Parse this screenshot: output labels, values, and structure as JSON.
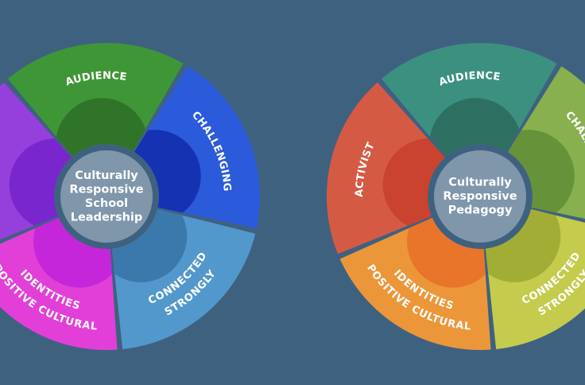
{
  "diagrams": [
    {
      "center_lines": [
        "Culturally",
        "Responsive",
        "School",
        "Leadership"
      ],
      "segments": [
        {
          "label": "AUDIENCE",
          "color": "#3f9637",
          "inner_color": "#2f7429"
        },
        {
          "label": "CHALLENGING",
          "color": "#2b5ada",
          "inner_color": "#1532b3"
        },
        {
          "label": "STRONGLY CONNECTED",
          "color": "#5398cc",
          "inner_color": "#3b79ac"
        },
        {
          "label": "POSITIVE CULTURAL IDENTITIES",
          "color": "#e23fd8",
          "inner_color": "#c526da"
        },
        {
          "label": "",
          "color": "#9540dc",
          "inner_color": "#7a26cf"
        }
      ]
    },
    {
      "center_lines": [
        "Culturally",
        "Responsive",
        "Pedagogy"
      ],
      "segments": [
        {
          "label": "AUDIENCE",
          "color": "#3c9080",
          "inner_color": "#2d7062"
        },
        {
          "label": "CHALLENGING",
          "color": "#88b04f",
          "inner_color": "#66923a"
        },
        {
          "label": "STRONGLY CONNECTED",
          "color": "#c4cb4d",
          "inner_color": "#a2ad36"
        },
        {
          "label": "POSITIVE CULTURAL IDENTITIES",
          "color": "#ec963a",
          "inner_color": "#e87529"
        },
        {
          "label": "ACTIVIST",
          "color": "#d55a44",
          "inner_color": "#c9432e"
        }
      ]
    }
  ],
  "colors": {
    "background": "#3f6180",
    "center_circle": "#7f96ab"
  }
}
